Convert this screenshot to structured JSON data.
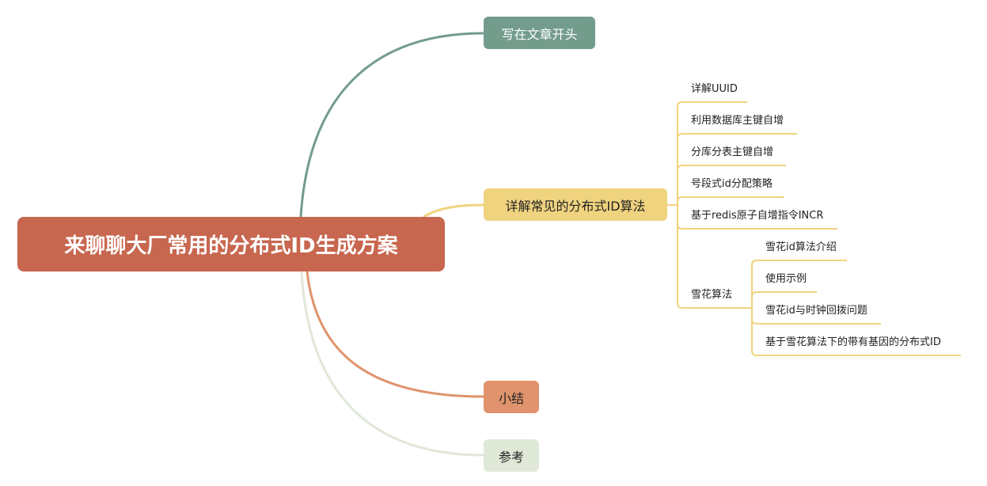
{
  "root": {
    "label": "来聊聊大厂常用的分布式ID生成方案",
    "color": "#c8674f"
  },
  "branches": [
    {
      "label": "写在文章开头",
      "color": "#739c8c"
    },
    {
      "label": "详解常见的分布式ID算法",
      "color": "#f0d37f",
      "children": [
        {
          "label": "详解UUID"
        },
        {
          "label": "利用数据库主键自增"
        },
        {
          "label": "分库分表主键自增"
        },
        {
          "label": "号段式id分配策略"
        },
        {
          "label": "基于redis原子自增指令INCR"
        },
        {
          "label": "雪花算法",
          "children": [
            {
              "label": "雪花id算法介绍"
            },
            {
              "label": "使用示例"
            },
            {
              "label": "雪花id与时钟回拨问题"
            },
            {
              "label": "基于雪花算法下的带有基因的分布式ID"
            }
          ]
        }
      ]
    },
    {
      "label": "小结",
      "color": "#e0936c"
    },
    {
      "label": "参考",
      "color": "#e0e8d8"
    }
  ]
}
